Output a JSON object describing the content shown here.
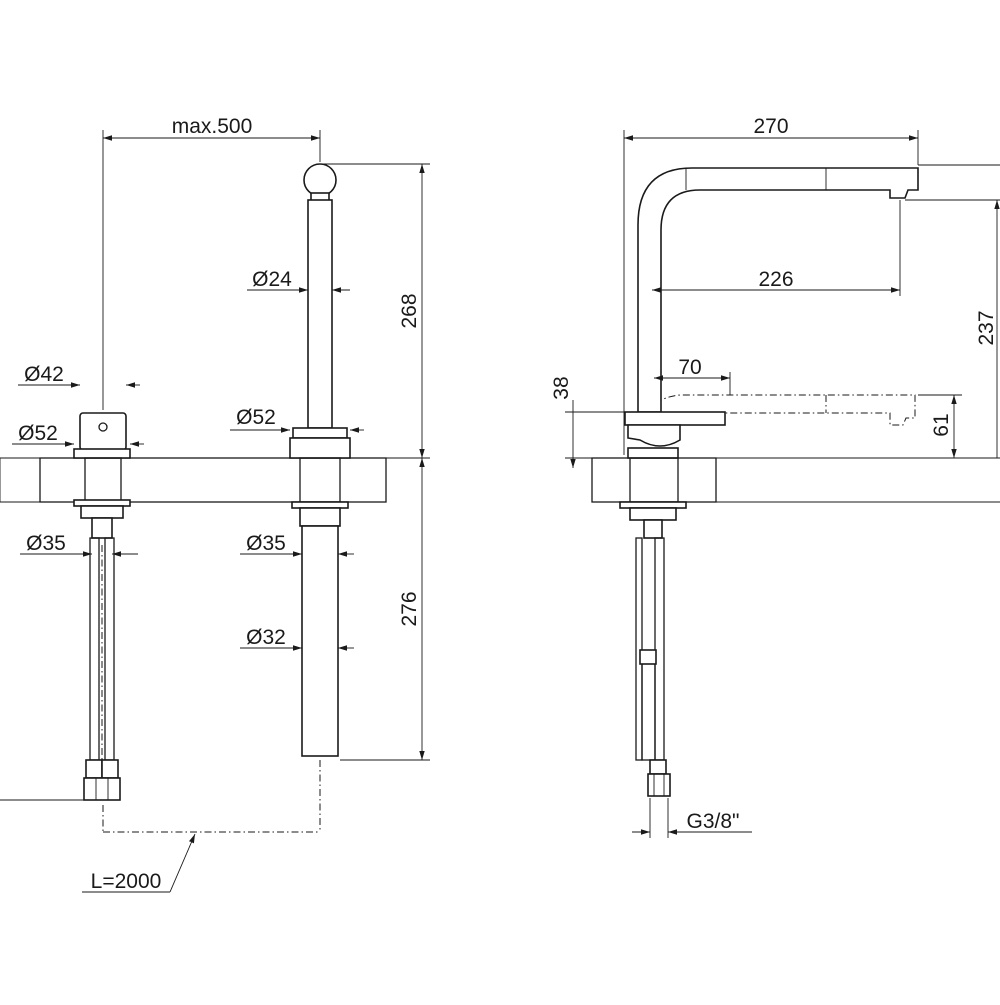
{
  "dimensions": {
    "max_width": "max.500",
    "height_above": "268",
    "height_below": "276",
    "d24": "Ø24",
    "d42": "Ø42",
    "d52_left": "Ø52",
    "d52_right": "Ø52",
    "d35_left": "Ø35",
    "d35_right": "Ø35",
    "d32": "Ø32",
    "hose_length": "L=2000",
    "width_270": "270",
    "reach_226": "226",
    "height_237": "237",
    "offset_70": "70",
    "height_38": "38",
    "height_61": "61",
    "thread": "G3/8\""
  },
  "colors": {
    "line": "#1a1a1a",
    "background": "#ffffff"
  }
}
